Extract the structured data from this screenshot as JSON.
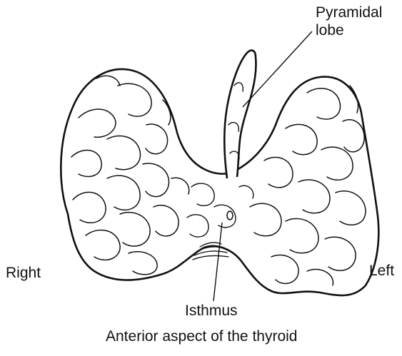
{
  "labels": {
    "pyramidal_lobe_line1": "Pyramidal",
    "pyramidal_lobe_line2": "lobe",
    "right": "Right",
    "left": "Left",
    "isthmus": "Isthmus",
    "caption": "Anterior aspect of the thyroid"
  },
  "colors": {
    "ink": "#111111",
    "background": "#ffffff"
  }
}
